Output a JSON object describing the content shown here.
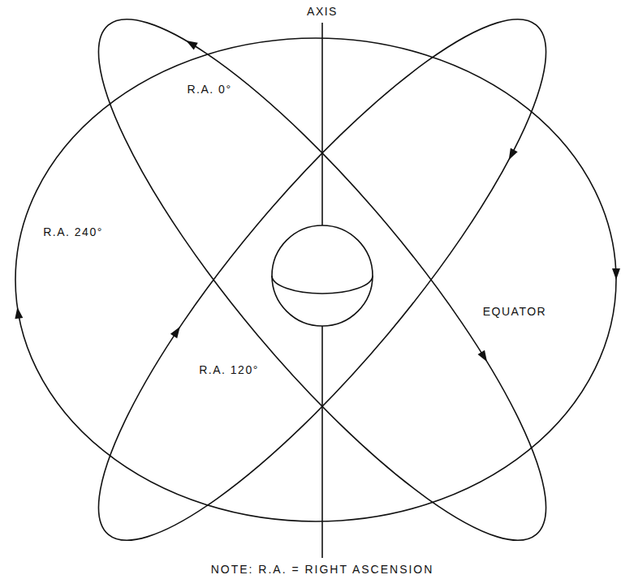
{
  "diagram": {
    "labels": [
      "AXIS",
      "R.A. 0°",
      "R.A. 240°",
      "EQUATOR",
      "R.A. 120°",
      "NOTE: R.A. = RIGHT ASCENSION"
    ]
  }
}
